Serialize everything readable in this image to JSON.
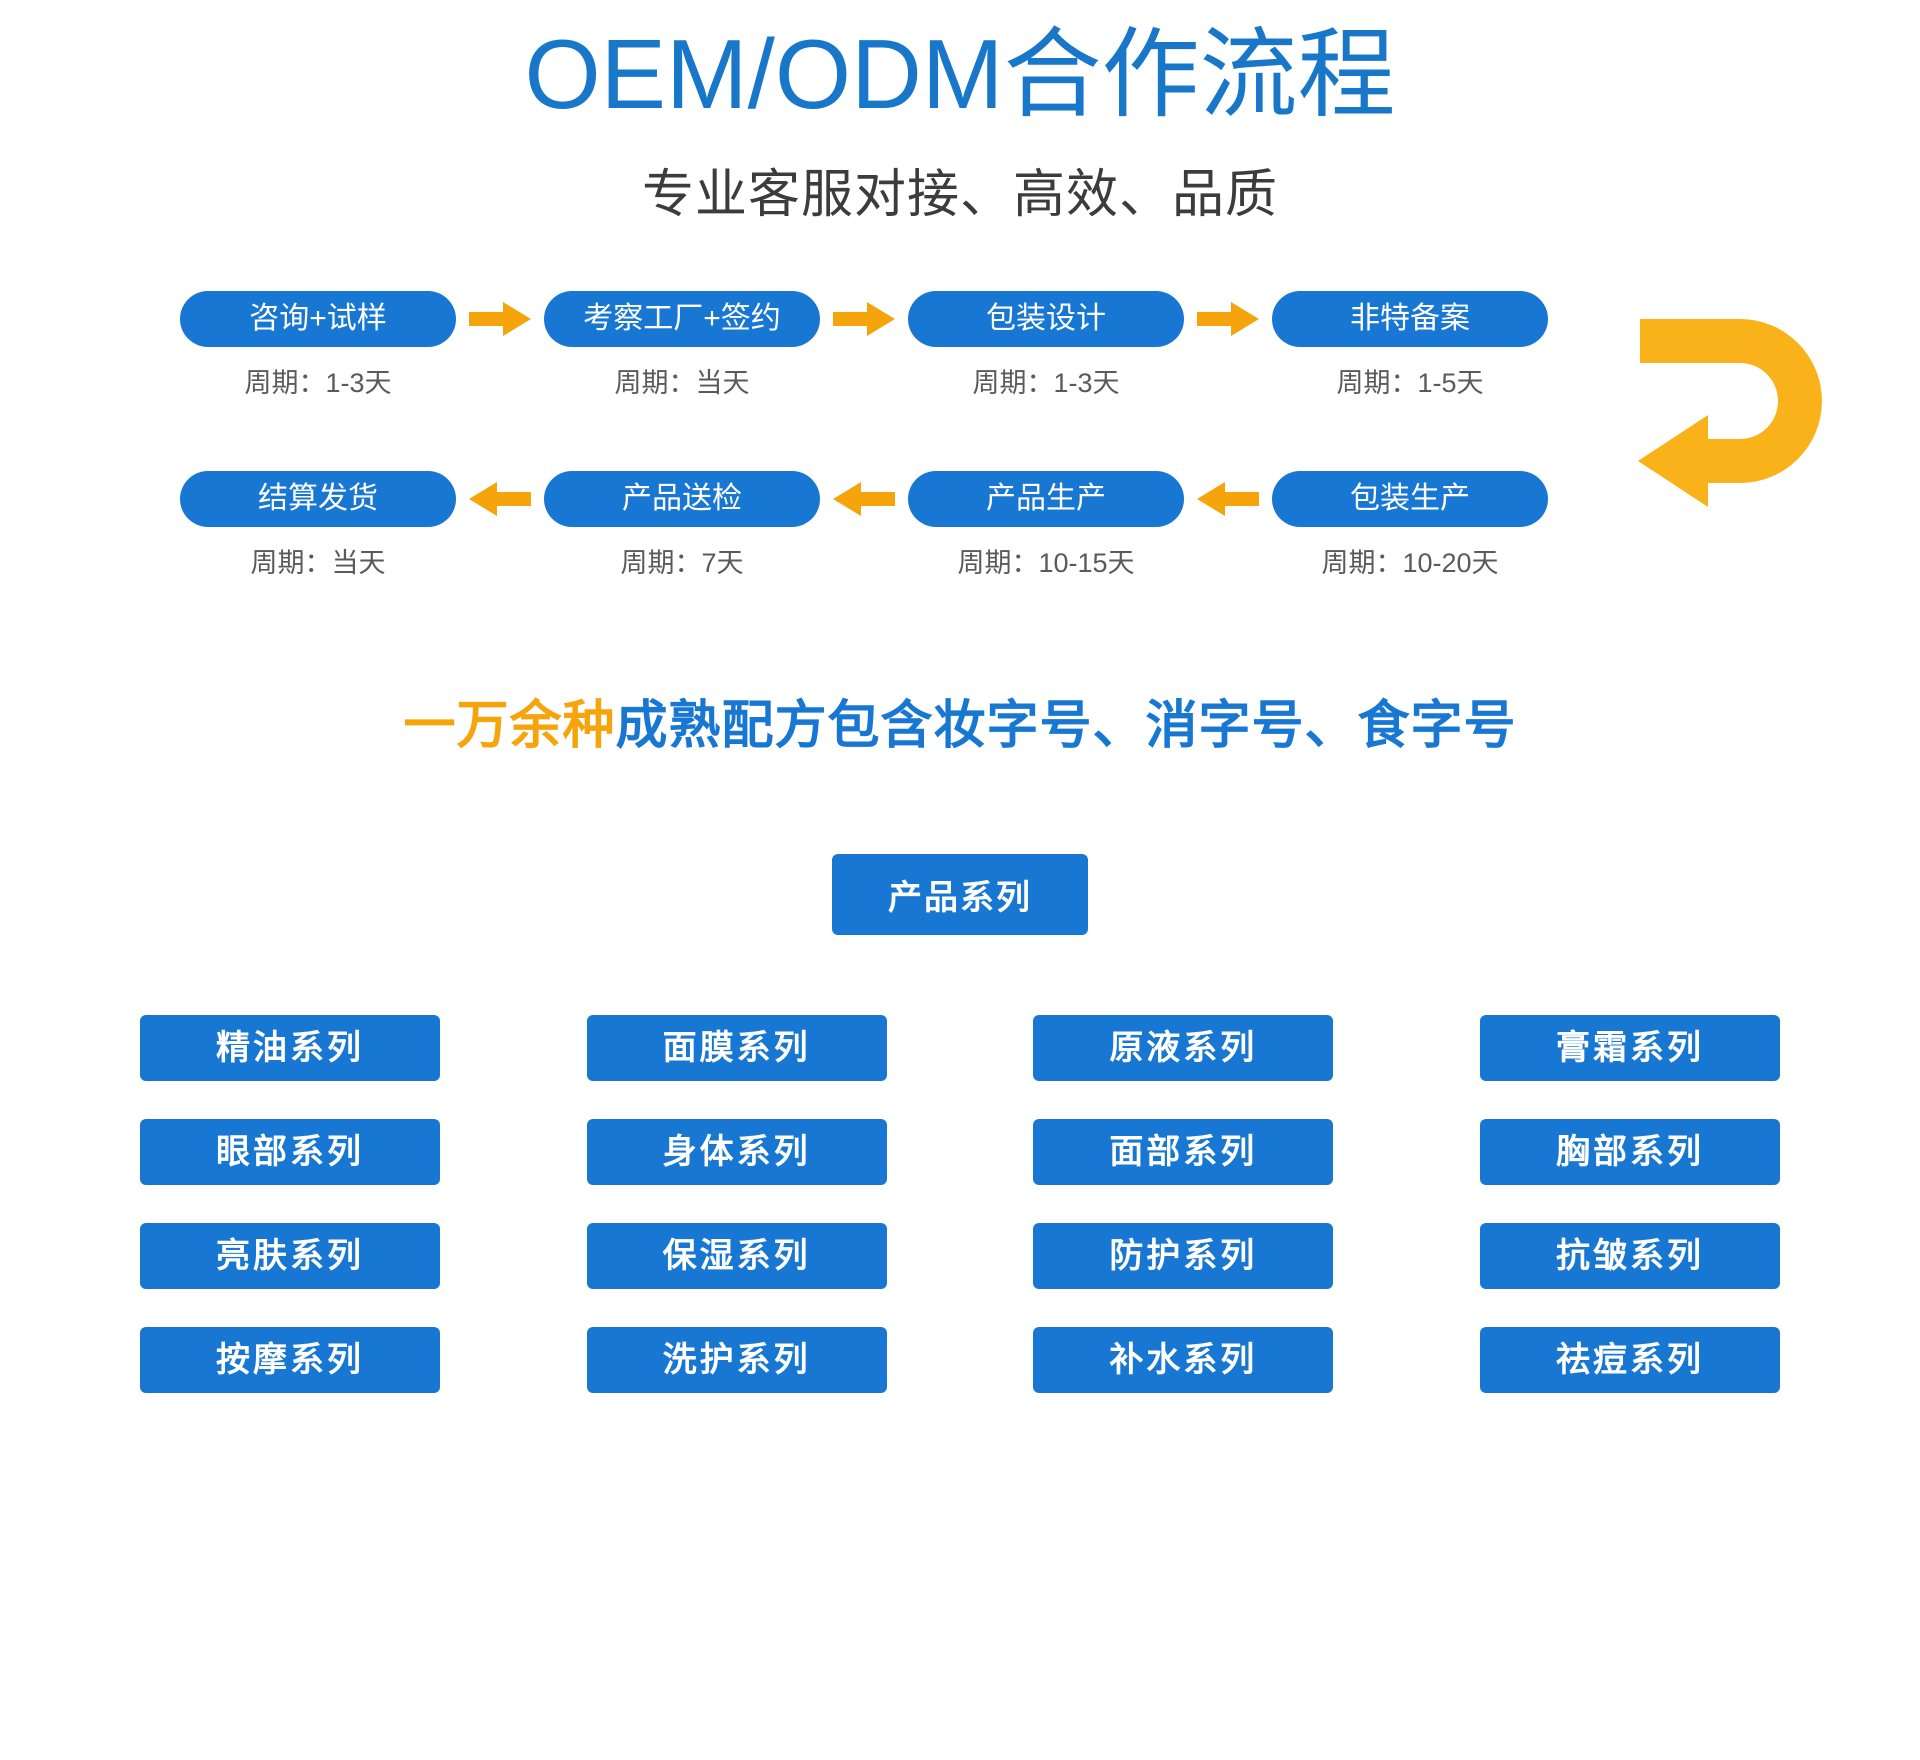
{
  "header": {
    "title": "OEM/ODM合作流程",
    "subtitle": "专业客服对接、高效、品质"
  },
  "colors": {
    "brand_blue": "#1877d2",
    "title_blue": "#1877c9",
    "accent_orange": "#f5a50b",
    "body_gray": "#5a5a5a"
  },
  "flow": {
    "row1": [
      {
        "label": "咨询+试样",
        "cycle": "周期：1-3天"
      },
      {
        "label": "考察工厂+签约",
        "cycle": "周期：当天"
      },
      {
        "label": "包装设计",
        "cycle": "周期：1-3天"
      },
      {
        "label": "非特备案",
        "cycle": "周期：1-5天"
      }
    ],
    "row2": [
      {
        "label": "结算发货",
        "cycle": "周期：当天"
      },
      {
        "label": "产品送检",
        "cycle": "周期：7天"
      },
      {
        "label": "产品生产",
        "cycle": "周期：10-15天"
      },
      {
        "label": "包装生产",
        "cycle": "周期：10-20天"
      }
    ],
    "arrow_right_name": "arrow-right-icon",
    "arrow_left_name": "arrow-left-icon",
    "uturn_name": "u-turn-arrow-icon"
  },
  "formula": {
    "highlight": "一万余种",
    "rest": "成熟配方包含妆字号、消字号、食字号"
  },
  "series": {
    "heading": "产品系列",
    "items": [
      "精油系列",
      "面膜系列",
      "原液系列",
      "膏霜系列",
      "眼部系列",
      "身体系列",
      "面部系列",
      "胸部系列",
      "亮肤系列",
      "保湿系列",
      "防护系列",
      "抗皱系列",
      "按摩系列",
      "洗护系列",
      "补水系列",
      "祛痘系列"
    ]
  }
}
